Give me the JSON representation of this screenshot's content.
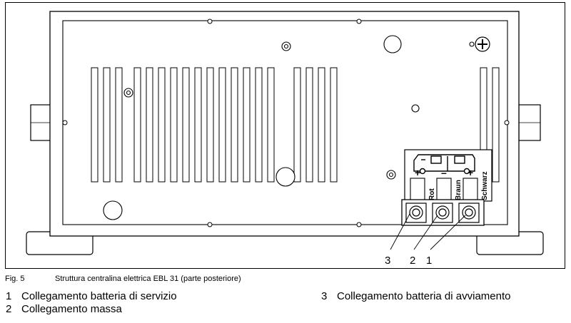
{
  "figure": {
    "label": "Fig. 5",
    "caption": "Struttura centralina elettrica EBL 31 (parte posteriore)"
  },
  "connector": {
    "wire_labels": [
      "Rot",
      "Braun",
      "Schwarz"
    ],
    "polarity": [
      "+",
      "–",
      "+"
    ]
  },
  "callouts": [
    "3",
    "2",
    "1"
  ],
  "legend": [
    {
      "num": "1",
      "text": "Collegamento batteria di servizio"
    },
    {
      "num": "2",
      "text": "Collegamento massa"
    },
    {
      "num": "3",
      "text": "Collegamento batteria di avviamento"
    }
  ]
}
